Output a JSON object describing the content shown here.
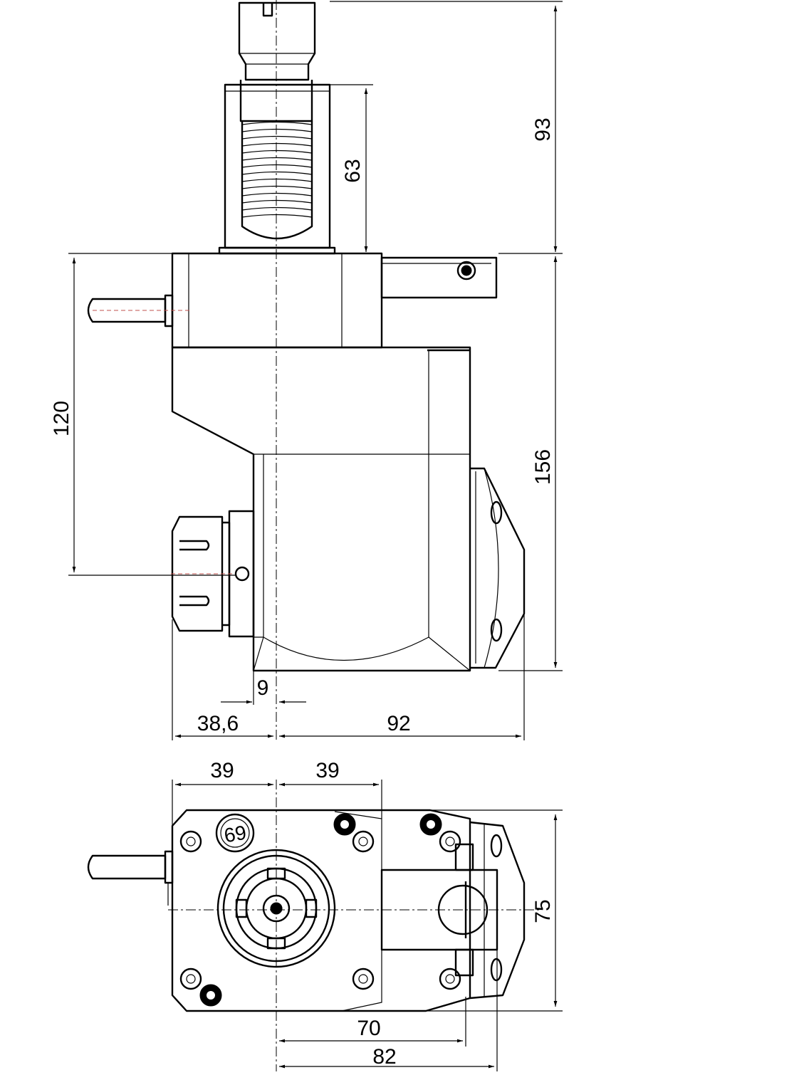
{
  "dimensions": {
    "top_view": {
      "height_93": "93",
      "thread_63": "63",
      "body_156": "156",
      "offset_120": "120",
      "gap_9": "9",
      "left_38_6": "38,6",
      "right_92": "92"
    },
    "bottom_view": {
      "left_39": "39",
      "right_39": "39",
      "width_75": "75",
      "len_70": "70",
      "len_82": "82"
    }
  },
  "labels": {
    "symbol_numeral": "69"
  }
}
